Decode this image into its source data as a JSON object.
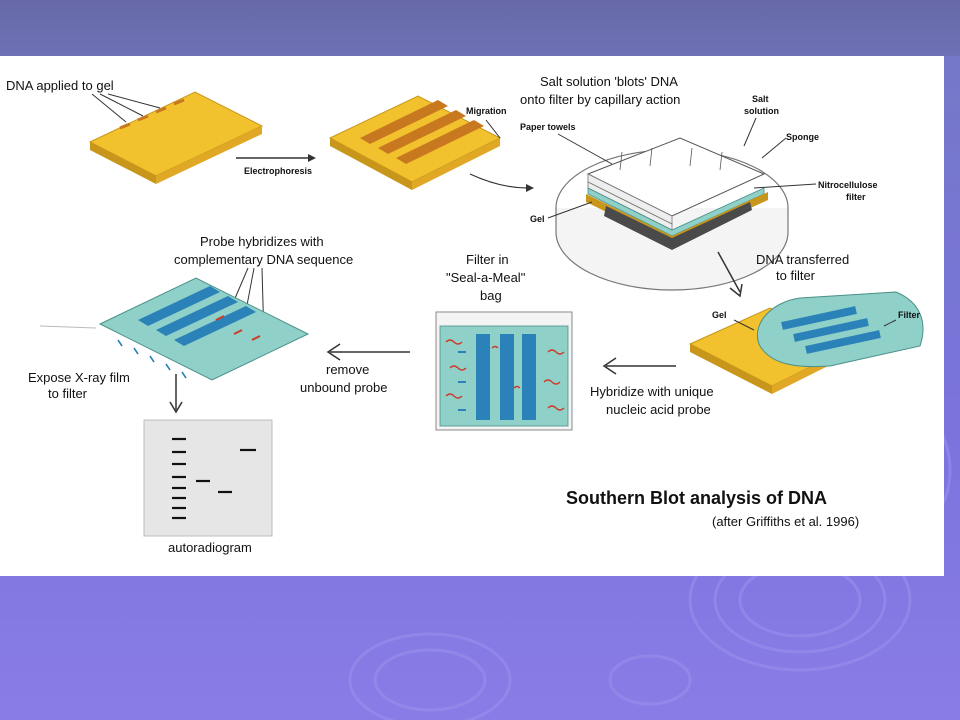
{
  "slide": {
    "background_color": "#7a74dc",
    "panel_color": "#ffffff"
  },
  "diagram": {
    "title": "Southern Blot analysis of DNA",
    "citation": "(after Griffiths et al. 1996)",
    "labels": {
      "dna_applied": "DNA applied to gel",
      "electrophoresis": "Electrophoresis",
      "migration": "Migration",
      "salt_blots_line1": "Salt solution 'blots' DNA",
      "salt_blots_line2": "onto filter by capillary action",
      "salt_solution_line1": "Salt",
      "salt_solution_line2": "solution",
      "paper_towels": "Paper towels",
      "sponge": "Sponge",
      "nitrocellulose_line1": "Nitrocellulose",
      "nitrocellulose_line2": "filter",
      "gel_1": "Gel",
      "dna_transferred_line1": "DNA transferred",
      "dna_transferred_line2": "to filter",
      "gel_2": "Gel",
      "filter_2": "Filter",
      "filter_bag_line1": "Filter in",
      "filter_bag_line2": "\"Seal-a-Meal\"",
      "filter_bag_line3": "bag",
      "hybridize_line1": "Hybridize with unique",
      "hybridize_line2": "nucleic acid probe",
      "probe_line1": "Probe hybridizes with",
      "probe_line2": "complementary DNA sequence",
      "remove_line1": "remove",
      "remove_line2": "unbound probe",
      "expose_line1": "Expose X-ray film",
      "expose_line2": "to filter",
      "autoradiogram": "autoradiogram"
    }
  },
  "colors": {
    "gel_yellow": "#f2c12e",
    "gel_edge": "#c8961a",
    "dna_band": "#c8781e",
    "filter_teal": "#8fd0c8",
    "probe_band": "#2a82b8",
    "probe_red": "#d03a2a"
  }
}
